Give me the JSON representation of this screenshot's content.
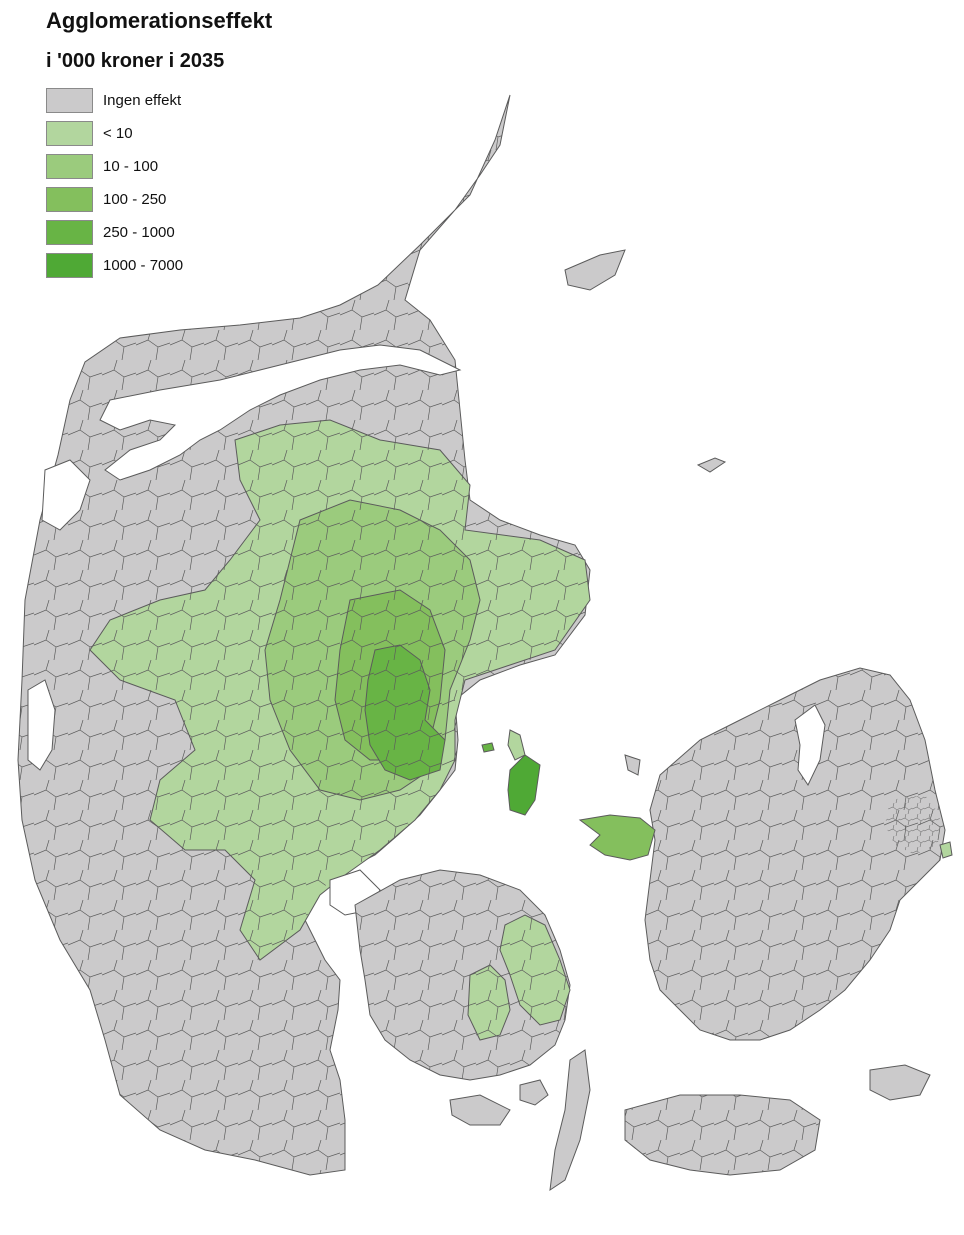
{
  "title": "Agglomerationseffekt",
  "subtitle": "i '000 kroner i 2035",
  "legend": [
    {
      "label": "Ingen effekt",
      "color": "#cbcacb"
    },
    {
      "label": "< 10",
      "color": "#b2d69e"
    },
    {
      "label": "10 - 100",
      "color": "#9bcb7d"
    },
    {
      "label": "100 - 250",
      "color": "#84bf5d"
    },
    {
      "label": "250 - 1000",
      "color": "#68b445"
    },
    {
      "label": "1000 - 7000",
      "color": "#4fa935"
    }
  ],
  "colors": {
    "border": "#5b5b5b",
    "water": "#ffffff"
  }
}
